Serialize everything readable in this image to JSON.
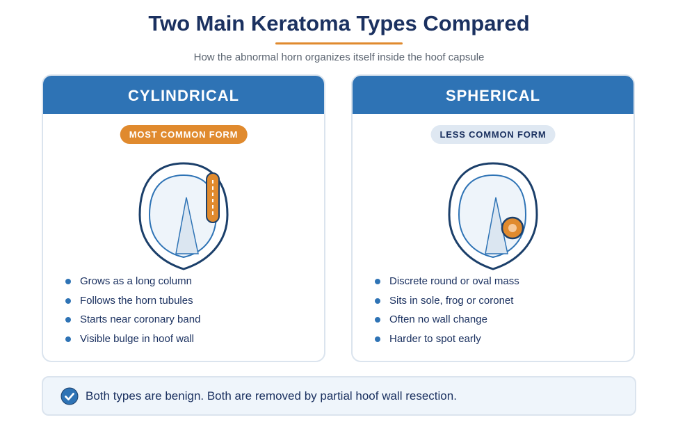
{
  "header": {
    "title": "Two Main Keratoma Types Compared",
    "subtitle": "How the abnormal horn organizes itself inside the hoof capsule"
  },
  "cards": [
    {
      "title": "CYLINDRICAL",
      "badge": "MOST COMMON FORM",
      "bullets": [
        "Grows as a long column",
        "Follows the horn tubules",
        "Starts near coronary band",
        "Visible bulge in hoof wall"
      ]
    },
    {
      "title": "SPHERICAL",
      "badge": "LESS COMMON FORM",
      "bullets": [
        "Discrete round or oval mass",
        "Sits in sole, frog or coronet",
        "Often no wall change",
        "Harder to spot early"
      ]
    }
  ],
  "footer_note": {
    "icon": "check-circle-icon",
    "text": "Both types are benign. Both are removed by partial hoof wall resection."
  },
  "colors": {
    "header_blue": "#2e73b5",
    "accent_orange": "#e08a2e",
    "navy": "#1b3160",
    "light_blue": "#dfe8f2"
  }
}
